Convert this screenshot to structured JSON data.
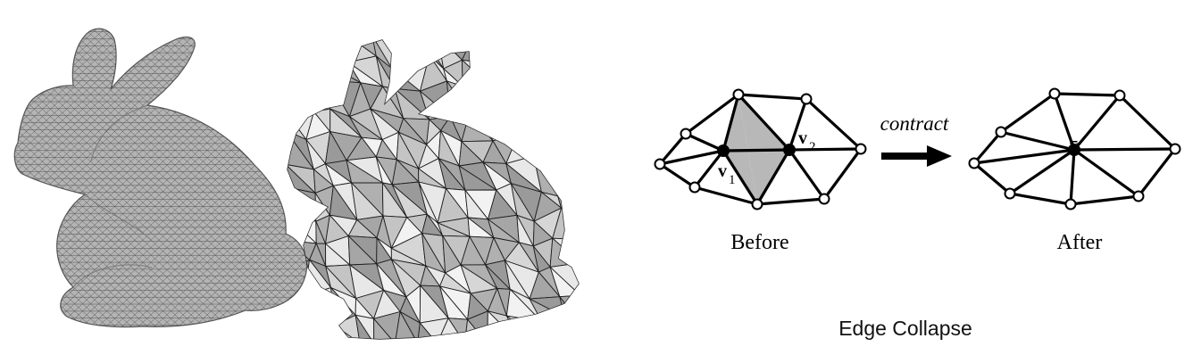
{
  "colors": {
    "background": "#ffffff",
    "mesh_fill_dense": "#b4b4b4",
    "mesh_fill_coarse": "#c8c8c8",
    "mesh_stroke": "#3a3a3a",
    "highlight_triangle": "#b8b8b8",
    "edge": "#000000",
    "vertex_fill": "#ffffff"
  },
  "figures": {
    "dense_bunny": {
      "icon": "dense-triangle-mesh-bunny"
    },
    "coarse_bunny": {
      "icon": "coarse-triangle-mesh-bunny"
    }
  },
  "diagram": {
    "before": {
      "caption": "Before",
      "v1_base": "v",
      "v1_sub": "1",
      "v2_base": "v",
      "v2_sub": "2"
    },
    "arrow": {
      "label": "contract",
      "icon": "right-arrow-icon"
    },
    "after": {
      "caption": "After",
      "v_label": "v̄"
    },
    "title": "Edge Collapse"
  }
}
